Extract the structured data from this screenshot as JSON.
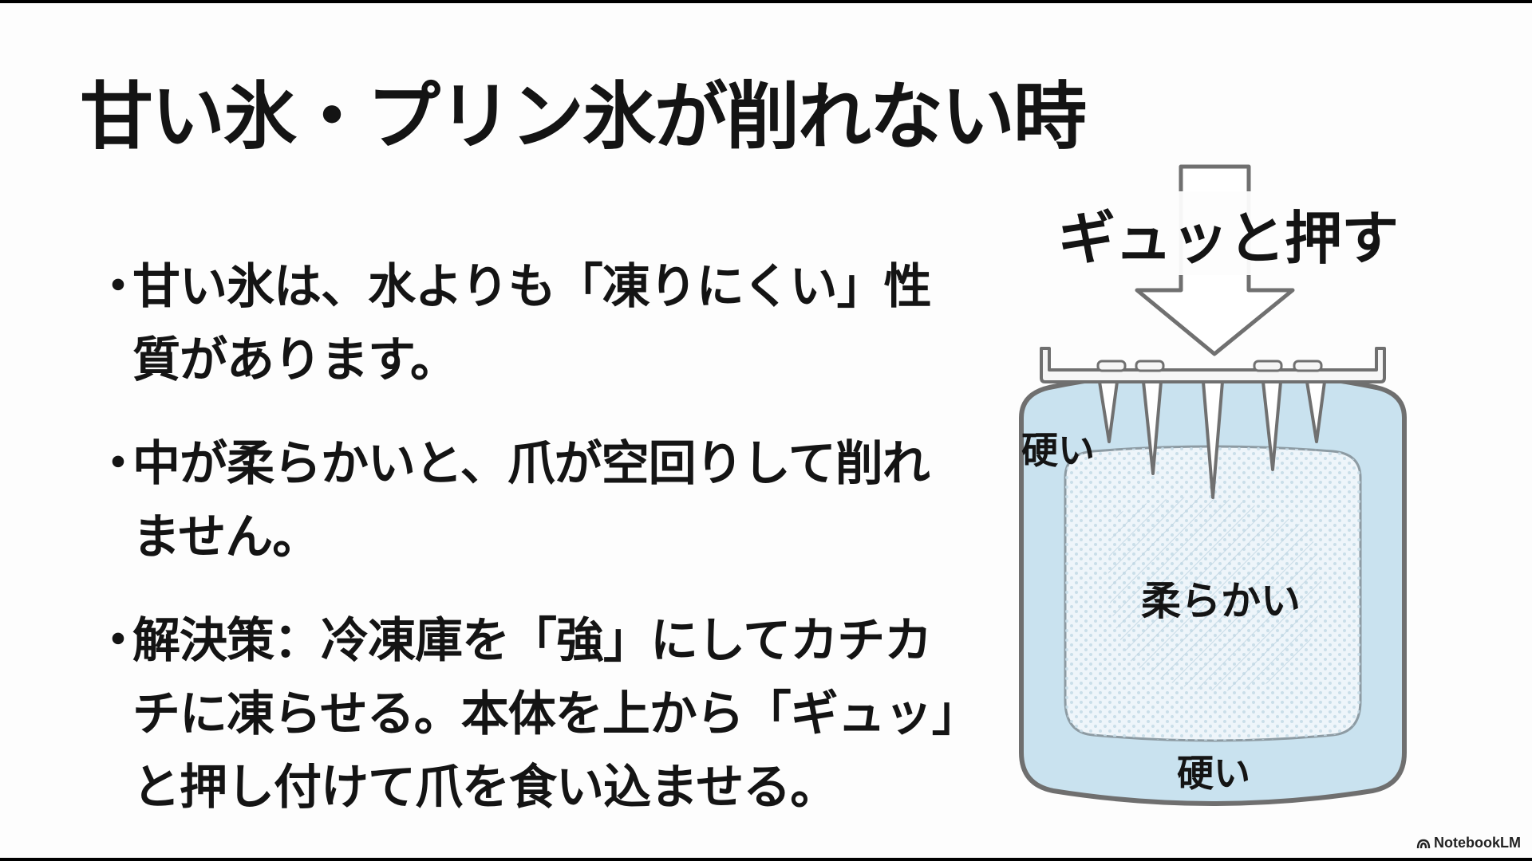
{
  "slide": {
    "title": "甘い氷・プリン氷が削れない時",
    "bullets": [
      {
        "text": "甘い氷は、水よりも「凍りにくい」性質があります。"
      },
      {
        "text": "中が柔らかいと、爪が空回りして削れません。"
      },
      {
        "text": "解決策：冷凍庫を「強」にしてカチカチに凍らせる。本体を上から「ギュッ」と押し付けて爪を食い込ませる。"
      }
    ]
  },
  "diagram": {
    "push_label": "ギュッと押す",
    "hard_top_label": "硬い",
    "soft_label": "柔らかい",
    "hard_bottom_label": "硬い",
    "colors": {
      "outer_ice": "#c9e2ef",
      "inner_ice": "#eef5fa",
      "outline": "#6f6f6f"
    }
  },
  "watermark": {
    "text": "NotebookLM",
    "icon": "notebooklm-logo-icon"
  }
}
